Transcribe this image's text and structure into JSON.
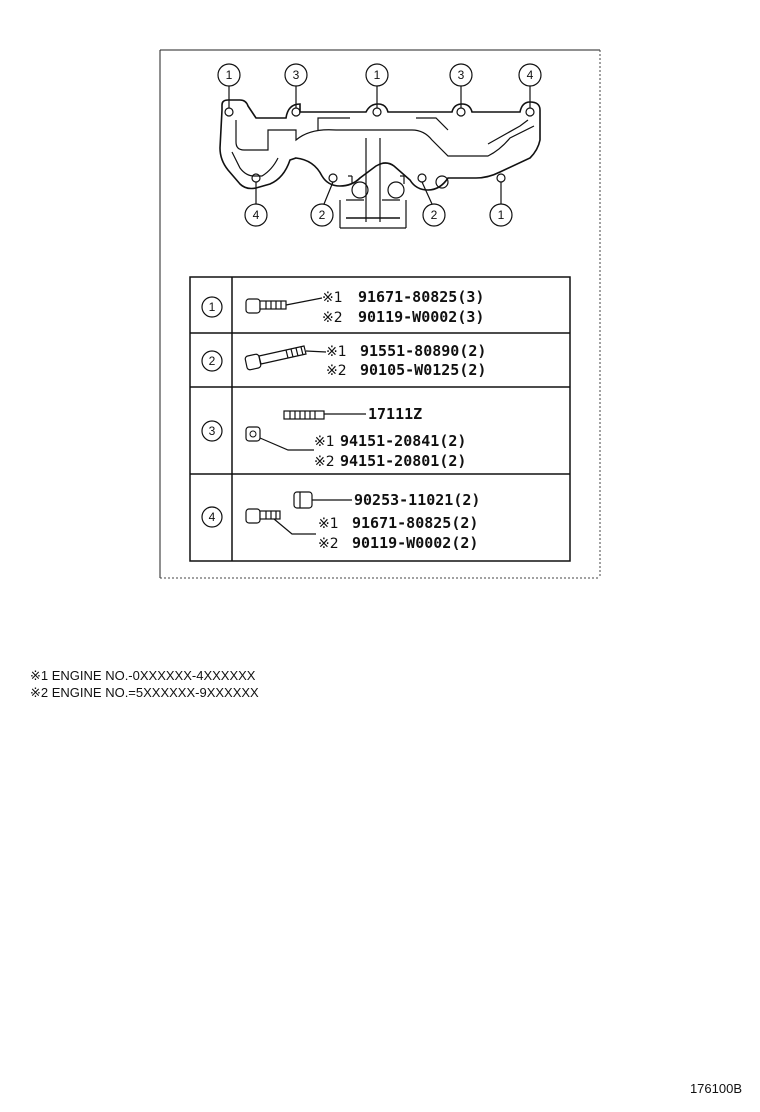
{
  "callouts": {
    "top": [
      "1",
      "3",
      "1",
      "3",
      "4"
    ],
    "bottom": [
      "4",
      "2",
      "2",
      "1"
    ]
  },
  "table": {
    "rows": [
      {
        "index": "1",
        "parts": [
          {
            "mark": "※1",
            "number": "91671-80825(3)"
          },
          {
            "mark": "※2",
            "number": "90119-W0002(3)"
          }
        ]
      },
      {
        "index": "2",
        "parts": [
          {
            "mark": "※1",
            "number": "91551-80890(2)"
          },
          {
            "mark": "※2",
            "number": "90105-W0125(2)"
          }
        ]
      },
      {
        "index": "3",
        "stud": "17111Z",
        "parts": [
          {
            "mark": "※1",
            "number": "94151-20841(2)"
          },
          {
            "mark": "※2",
            "number": "94151-20801(2)"
          }
        ]
      },
      {
        "index": "4",
        "nut": "90253-11021(2)",
        "parts": [
          {
            "mark": "※1",
            "number": "91671-80825(2)"
          },
          {
            "mark": "※2",
            "number": "90119-W0002(2)"
          }
        ]
      }
    ]
  },
  "notes": [
    "※1 ENGINE NO.-0XXXXXX-4XXXXXX",
    "※2 ENGINE NO.=5XXXXXX-9XXXXXX"
  ],
  "reference": "176100B"
}
